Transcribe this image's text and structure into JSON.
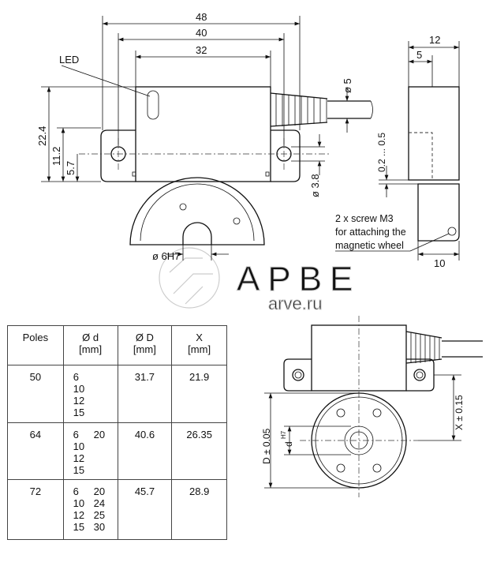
{
  "top_view": {
    "dims": {
      "overall": "48",
      "hole_spacing": "40",
      "body": "32",
      "height": "22.4",
      "half_height": "11.2",
      "hole_height": "5.7",
      "cable_dia": "ø 5",
      "hole_dia": "ø 3.8",
      "bore": "ø 6H7"
    },
    "led_label": "LED"
  },
  "side_view": {
    "dims": {
      "width": "12",
      "offset": "5",
      "gap": "0.2 ... 0.5",
      "wheel_width": "10"
    },
    "note_lines": [
      "2 x screw M3",
      "for attaching the",
      "magnetic wheel"
    ]
  },
  "watermark": {
    "text": "APBE",
    "url": "arve.ru"
  },
  "table": {
    "headers": [
      {
        "line1": "Poles",
        "line2": ""
      },
      {
        "line1": "Ø d",
        "line2": "[mm]"
      },
      {
        "line1": "Ø D",
        "line2": "[mm]"
      },
      {
        "line1": "X",
        "line2": "[mm]"
      }
    ],
    "rows": [
      {
        "poles": "50",
        "d_col1": [
          "6",
          "10",
          "12",
          "15"
        ],
        "d_col2": [],
        "D": "31.7",
        "X": "21.9"
      },
      {
        "poles": "64",
        "d_col1": [
          "6",
          "10",
          "12",
          "15"
        ],
        "d_col2": [
          "20"
        ],
        "D": "40.6",
        "X": "26.35"
      },
      {
        "poles": "72",
        "d_col1": [
          "6",
          "10",
          "12",
          "15"
        ],
        "d_col2": [
          "20",
          "24",
          "25",
          "30"
        ],
        "D": "45.7",
        "X": "28.9"
      }
    ]
  },
  "assembly_view": {
    "dims": {
      "D": "D ± 0.05",
      "d": "d",
      "d_tol": "H7",
      "X": "X ± 0.15"
    }
  }
}
